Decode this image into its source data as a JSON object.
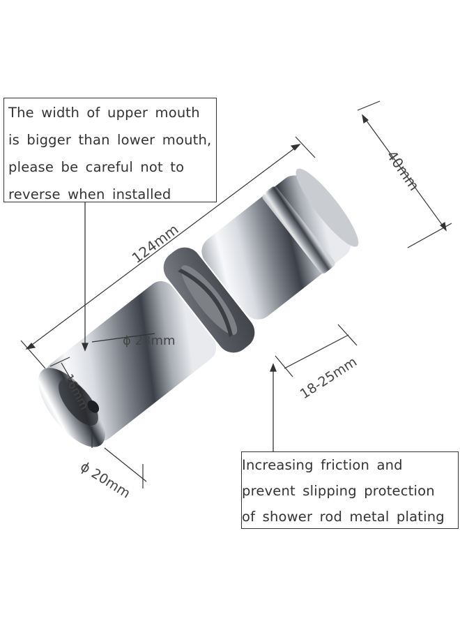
{
  "callouts": {
    "top": {
      "lines": [
        "The width of upper mouth",
        "is bigger than lower mouth,",
        "please be careful not to",
        "reverse when installed"
      ]
    },
    "bottom": {
      "lines": [
        "Increasing friction and",
        "prevent slipping protection",
        "of shower rod metal plating"
      ]
    }
  },
  "dimensions": {
    "length": "124mm",
    "diameter_top": "40mm",
    "slot_width": "16mm",
    "inner_diameter": "ϕ 23mm",
    "lower_diameter": "ϕ 20mm",
    "rod_range": "18-25mm"
  },
  "colors": {
    "chrome_light": "#f4f5f7",
    "chrome_dark": "#5a5e66",
    "rubber": "#595c61",
    "outline": "#333333"
  }
}
